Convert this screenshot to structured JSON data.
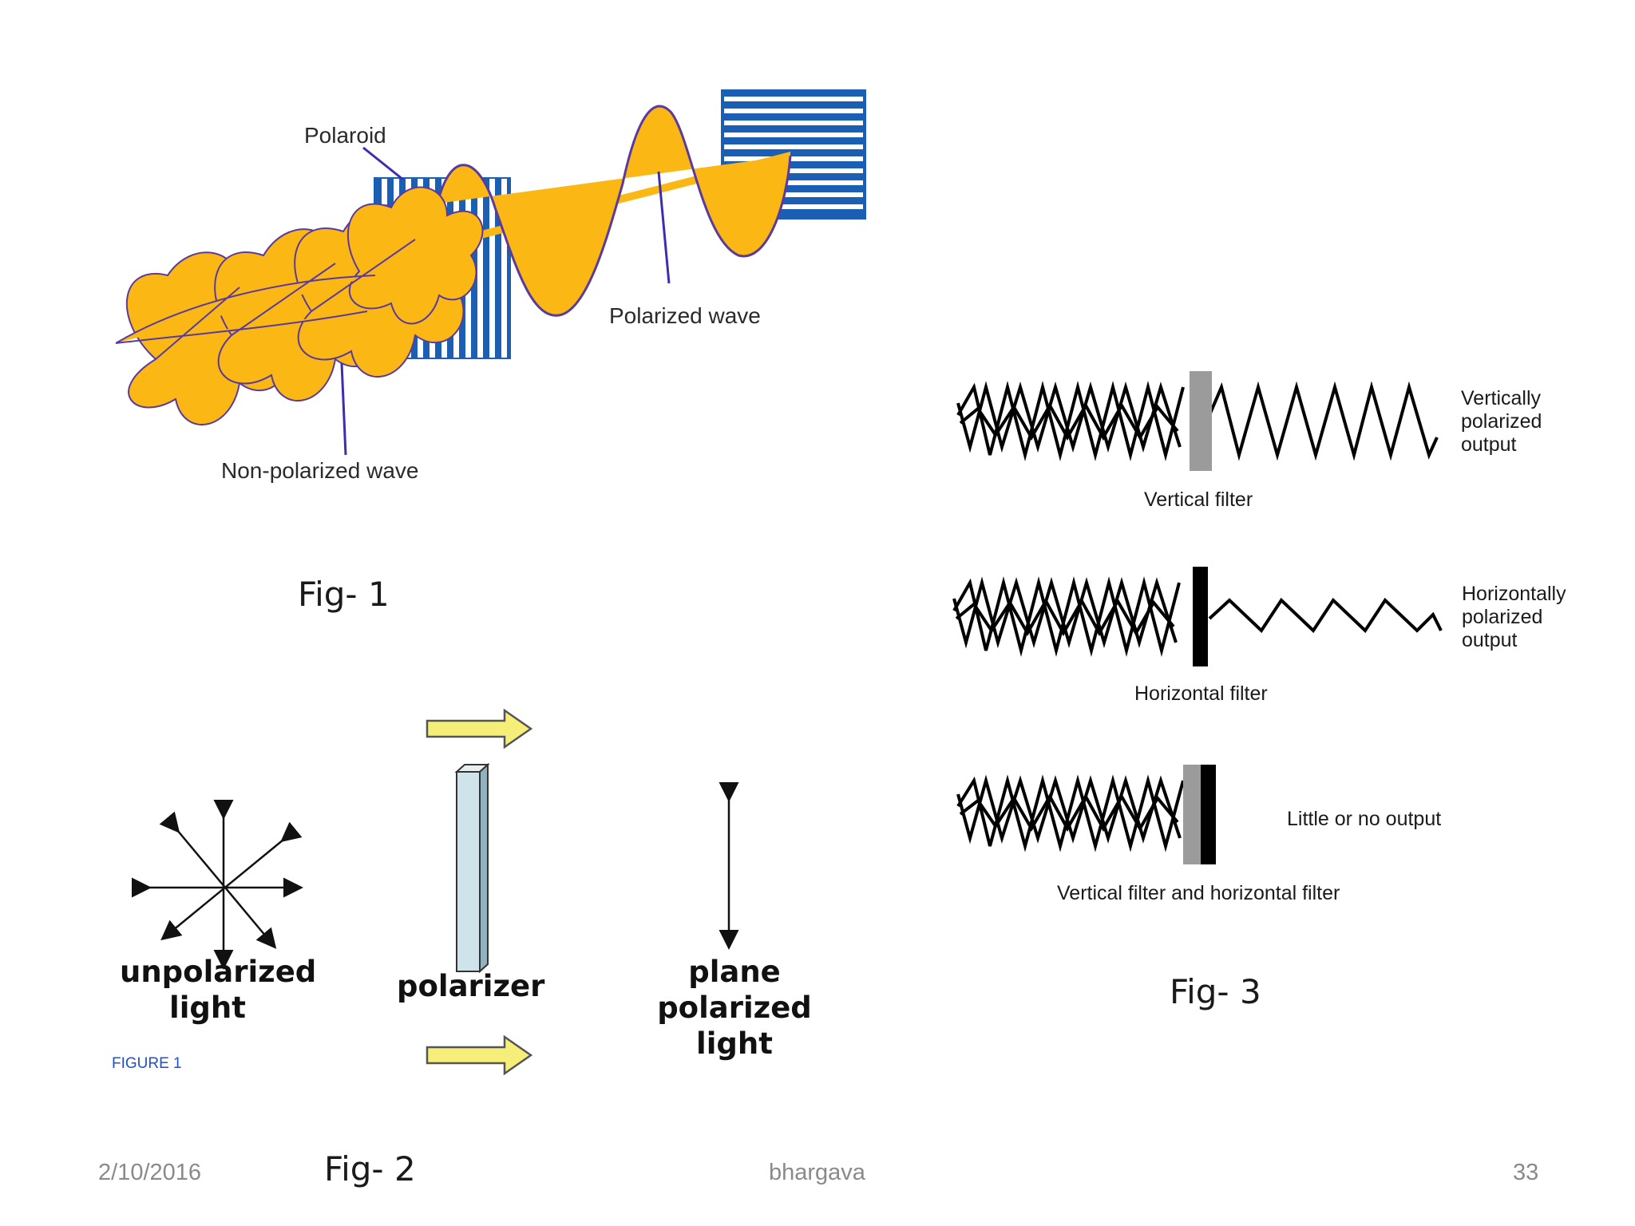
{
  "fig1": {
    "caption": "Fig- 1",
    "polaroid_label": "Polaroid",
    "polarized_wave_label": "Polarized wave",
    "nonpolarized_wave_label": "Non-polarized wave",
    "colors": {
      "wave": "#fbb714",
      "wave_outline": "#5b3aa0",
      "grid": "#1a5fb4"
    }
  },
  "fig2": {
    "caption": "Fig- 2",
    "unpolarized_line1": "unpolarized",
    "unpolarized_line2": "light",
    "polarizer": "polarizer",
    "plane_line1": "plane",
    "plane_line2": "polarized",
    "plane_line3": "light",
    "figure_tag": "FIGURE 1",
    "colors": {
      "arrow_fill": "#f5ef7a",
      "polarizer_fill": "#cfe3ea",
      "tag": "#1f4fd1"
    }
  },
  "fig3": {
    "caption": "Fig- 3",
    "row1": {
      "filter_label": "Vertical filter",
      "output_line1": "Vertically",
      "output_line2": "polarized",
      "output_line3": "output"
    },
    "row2": {
      "filter_label": "Horizontal filter",
      "output_line1": "Horizontally",
      "output_line2": "polarized",
      "output_line3": "output"
    },
    "row3": {
      "filter_label": "Vertical filter and horizontal filter",
      "output_text": "Little or no output"
    },
    "colors": {
      "vertical_filter": "#9b9b9b",
      "horizontal_filter": "#000000"
    }
  },
  "footer": {
    "date": "2/10/2016",
    "author": "bhargava",
    "page_number": "33"
  }
}
